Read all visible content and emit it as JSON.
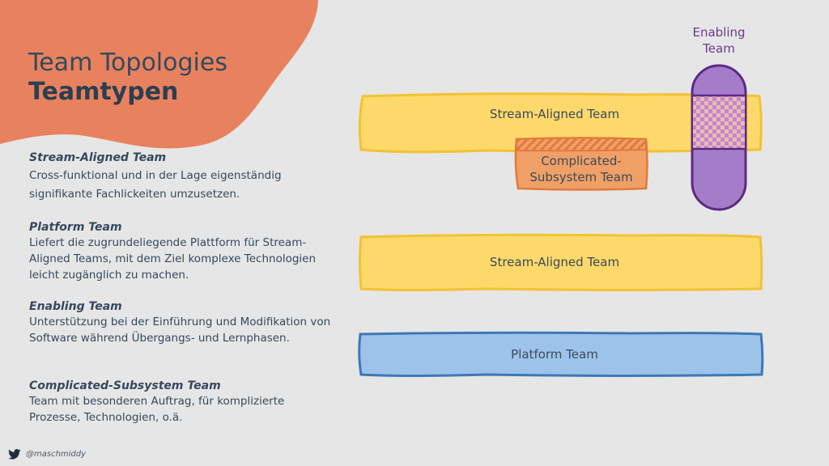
{
  "title": {
    "line1": "Team Topologies",
    "line2": "Teamtypen"
  },
  "descriptions": [
    {
      "title": "Stream-Aligned Team",
      "text": "Cross-funktional und in der Lage eigenständig signifikante Fachlickeiten umzusetzen."
    },
    {
      "title": "Platform Team",
      "text": "Liefert die zugrundeliegende Plattform für Stream-Aligned Teams, mit dem Ziel komplexe Technologien leicht zugänglich zu machen."
    },
    {
      "title": "Enabling Team",
      "text": "Unterstützung bei der Einführung und Modifikation von Software während Übergangs- und Lernphasen."
    },
    {
      "title": "Complicated-Subsystem Team",
      "text": "Team mit besonderen Auftrag, für komplizierte Prozesse, Technologien, o.ä."
    }
  ],
  "diagram": {
    "stream_aligned_1": "Stream-Aligned Team",
    "stream_aligned_2": "Stream-Aligned Team",
    "platform": "Platform Team",
    "complicated_line1": "Complicated-",
    "complicated_line2": "Subsystem Team",
    "enabling_line1": "Enabling",
    "enabling_line2": "Team"
  },
  "footer": {
    "handle": "@maschmiddy",
    "icon": "twitter-bird-icon"
  },
  "colors": {
    "accent_blob": "#e8825e",
    "stream_fill": "#fcd96a",
    "stream_stroke": "#f2c233",
    "platform_fill": "#9ec3ea",
    "platform_stroke": "#3d78b8",
    "complicated_fill": "#f0a067",
    "complicated_stroke": "#e07a3b",
    "enabling_fill": "#a57cc7",
    "enabling_stroke": "#5b2a86"
  }
}
